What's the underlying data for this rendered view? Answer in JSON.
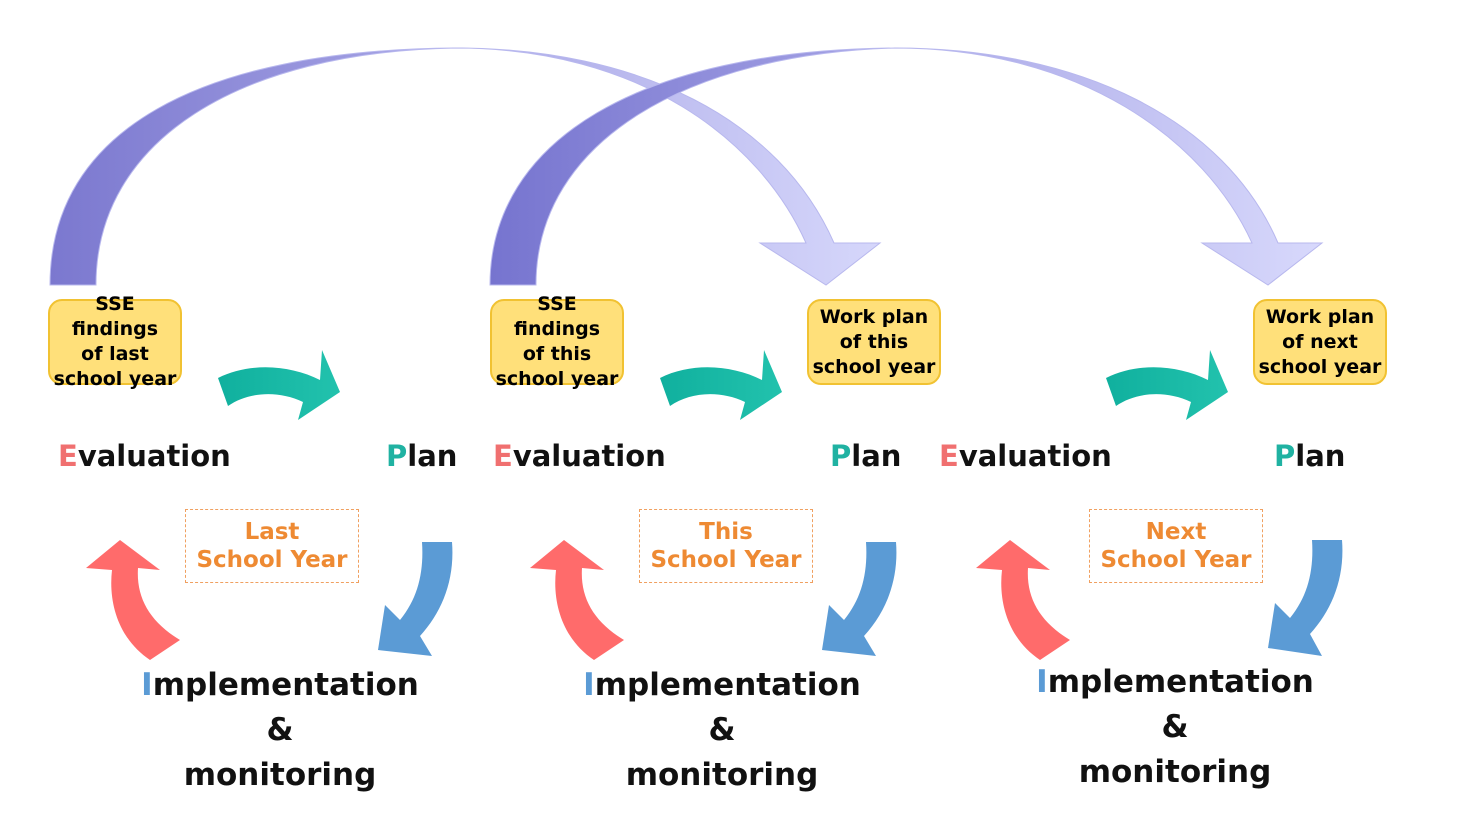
{
  "cycles": [
    {
      "findings_box": [
        "SSE findings",
        "of last",
        "school year"
      ],
      "evaluation": {
        "initial": "E",
        "rest": "valuation"
      },
      "plan": {
        "initial": "P",
        "rest": "lan"
      },
      "year_label": [
        "Last",
        "School Year"
      ],
      "implementation": {
        "initial": "I",
        "rest": "mplementation",
        "amp": "&",
        "monitoring": "monitoring"
      }
    },
    {
      "findings_box": [
        "SSE findings",
        "of this",
        "school year"
      ],
      "plan_box": [
        "Work plan",
        "of this",
        "school year"
      ],
      "evaluation": {
        "initial": "E",
        "rest": "valuation"
      },
      "plan": {
        "initial": "P",
        "rest": "lan"
      },
      "year_label": [
        "This",
        "School Year"
      ],
      "implementation": {
        "initial": "I",
        "rest": "mplementation",
        "amp": "&",
        "monitoring": "monitoring"
      }
    },
    {
      "plan_box": [
        "Work plan",
        "of next",
        "school year"
      ],
      "evaluation": {
        "initial": "E",
        "rest": "valuation"
      },
      "plan": {
        "initial": "P",
        "rest": "lan"
      },
      "year_label": [
        "Next",
        "School Year"
      ],
      "implementation": {
        "initial": "I",
        "rest": "mplementation",
        "amp": "&",
        "monitoring": "monitoring"
      }
    }
  ],
  "colors": {
    "arc_arrow": "#8b88d8",
    "arc_arrow_light": "#cfd0fa",
    "eval_to_plan_arrow": "#1fb5a3",
    "plan_to_impl_arrow": "#5b9bd5",
    "impl_to_eval_arrow": "#ff6b6b",
    "box_fill": "#ffe07a",
    "year_label": "#ee8a33"
  }
}
